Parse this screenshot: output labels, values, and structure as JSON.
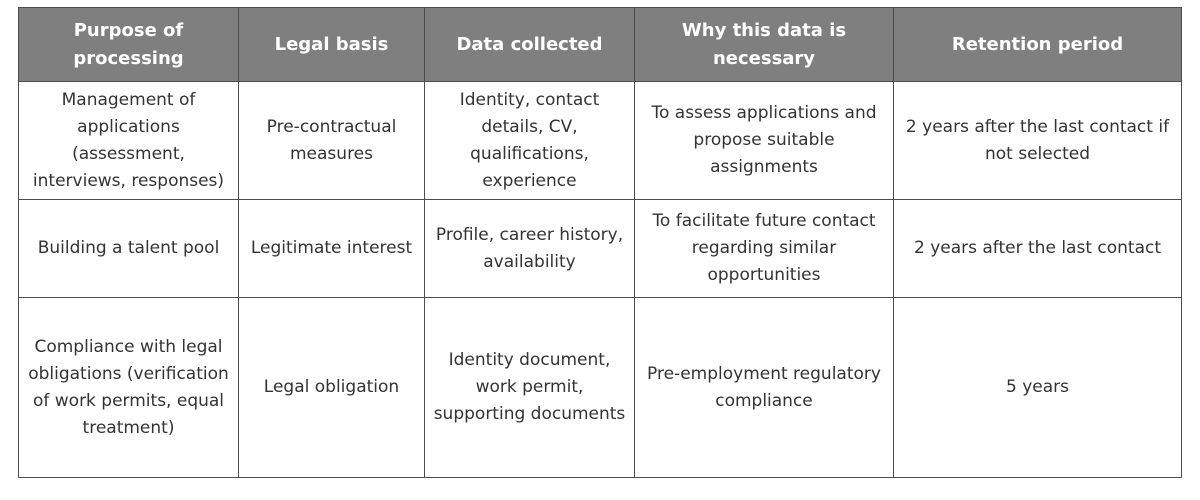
{
  "table": {
    "headers": [
      "Purpose of processing",
      "Legal basis",
      "Data collected",
      "Why this data is necessary",
      "Retention period"
    ],
    "rows": [
      [
        "Management of applications (assessment, interviews, responses)",
        "Pre-contractual measures",
        "Identity, contact details, CV, qualifications, experience",
        "To assess applications and propose suitable assignments",
        "2 years after the last contact if not selected"
      ],
      [
        "Building a talent pool",
        "Legitimate interest",
        "Profile, career history, availability",
        "To facilitate future contact regarding similar opportunities",
        "2 years after the last contact"
      ],
      [
        "Compliance with legal obligations (verification of work permits, equal treatment)",
        "Legal obligation",
        "Identity document, work permit, supporting documents",
        "Pre-employment regulatory compliance",
        "5 years"
      ]
    ]
  },
  "colors": {
    "header_bg": "#7f7f7f",
    "header_text": "#ffffff",
    "border": "#4d4d4d",
    "cell_text": "#333333"
  }
}
